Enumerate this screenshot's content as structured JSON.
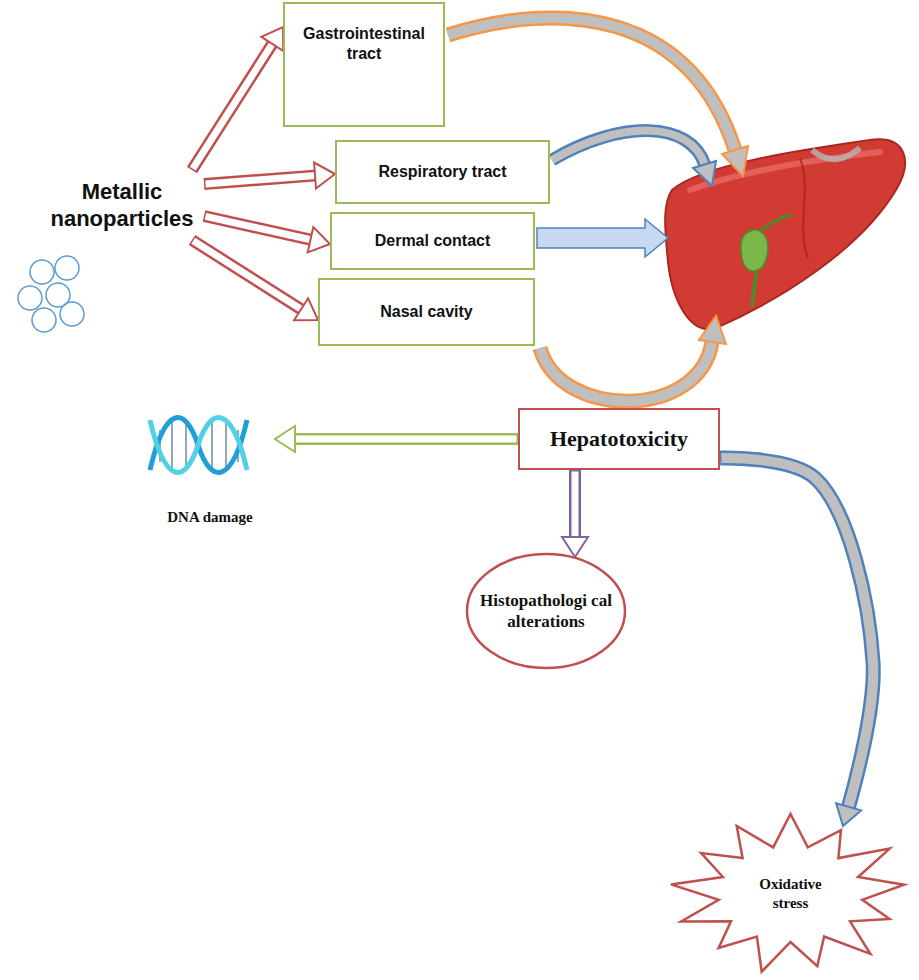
{
  "diagram": {
    "nodes": [
      {
        "text": [
          "Metallic nanoparticles"
        ]
      },
      {
        "text": [
          "Gastrointestinal tract"
        ]
      },
      {
        "text": [
          "Respiratory tract"
        ]
      },
      {
        "text": [
          "Dermal contact"
        ]
      },
      {
        "text": [
          "Nasal cavity"
        ]
      },
      {
        "text": [
          "Hepatotoxicity"
        ]
      },
      {
        "text": [
          "DNA damage"
        ]
      },
      {
        "text": [
          "Histopathologi cal alterations"
        ]
      },
      {
        "text": [
          "Oxidative stress"
        ]
      }
    ],
    "edges": [
      {
        "from": 0,
        "to": 1,
        "arrow": "to"
      },
      {
        "from": 0,
        "to": 2,
        "arrow": "to"
      },
      {
        "from": 0,
        "to": 3,
        "arrow": "to"
      },
      {
        "from": 0,
        "to": 4,
        "arrow": "to"
      },
      {
        "from": 5,
        "to": 6,
        "arrow": "to"
      },
      {
        "from": 5,
        "to": 7,
        "arrow": "to"
      },
      {
        "from": 5,
        "to": 8,
        "arrow": "to"
      }
    ]
  }
}
